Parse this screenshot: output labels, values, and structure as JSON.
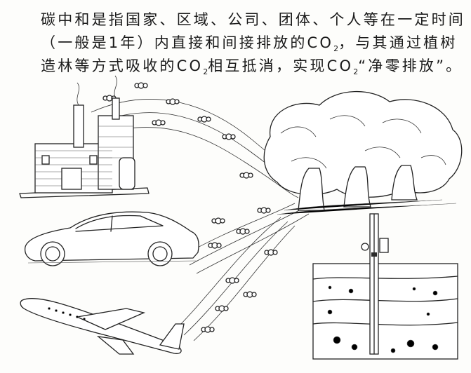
{
  "caption": {
    "line1": "碳中和是指国家、区域、公司、团体、个人等在一定时间",
    "line2_a": "（一般是1年）内直接和间接排放的CO",
    "line2_sub": "2",
    "line2_b": "，与其通过植树",
    "line3_a": "造林等方式吸收的CO",
    "line3_sub1": "2",
    "line3_b": "相互抵消，实现CO",
    "line3_sub2": "2",
    "line3_c": "“净零排放”。"
  },
  "colors": {
    "ink": "#222222",
    "paper": "#fdfdfb"
  }
}
